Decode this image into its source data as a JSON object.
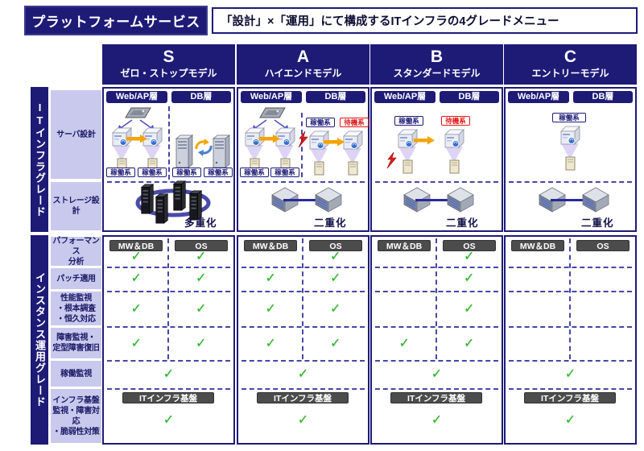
{
  "header": {
    "title": "プラットフォームサービス",
    "subtitle": "「設計」×「運用」にて構成するITインフラの4グレードメニュー"
  },
  "grades": [
    {
      "letter": "S",
      "model": "ゼロ・ストップモデル"
    },
    {
      "letter": "A",
      "model": "ハイエンドモデル"
    },
    {
      "letter": "B",
      "model": "スタンダードモデル"
    },
    {
      "letter": "C",
      "model": "エントリーモデル"
    }
  ],
  "infra_section": {
    "side_label": "ITインフラグレード",
    "rows": [
      {
        "label": "サーバ設計"
      },
      {
        "label": "ストレージ設計"
      }
    ],
    "tier_labels": {
      "web": "Web/AP層",
      "db": "DB層"
    },
    "system_labels": {
      "active": "稼働系",
      "standby": "待機系"
    },
    "storage_labels": {
      "s": "多重化",
      "a": "二重化",
      "b": "二重化",
      "c": "二重化"
    }
  },
  "operation_section": {
    "side_label": "インスタンス運用グレード",
    "subcolumns": [
      "MW＆DB",
      "OS"
    ],
    "infra_pill": "ITインフラ基盤",
    "rows": [
      {
        "label": "パフォーマンス\n分析",
        "s": [
          "✓",
          "✓"
        ],
        "a": [
          "",
          "✓"
        ],
        "b": [
          "",
          "✓"
        ],
        "c": [
          "",
          ""
        ]
      },
      {
        "label": "パッチ適用",
        "s": [
          "✓",
          "✓"
        ],
        "a": [
          "✓",
          "✓"
        ],
        "b": [
          "",
          "✓"
        ],
        "c": [
          "",
          ""
        ]
      },
      {
        "label": "性能監視\n・根本調査\n・恒久対応",
        "s": [
          "✓",
          "✓"
        ],
        "a": [
          "✓",
          "✓"
        ],
        "b": [
          "",
          "✓"
        ],
        "c": [
          "",
          ""
        ]
      },
      {
        "label": "障害監視・\n定型障害復旧",
        "s": [
          "✓",
          "✓"
        ],
        "a": [
          "✓",
          "✓"
        ],
        "b": [
          "✓",
          "✓"
        ],
        "c": [
          "",
          ""
        ]
      },
      {
        "label": "稼働監視",
        "s": "✓",
        "a": "✓",
        "b": "✓",
        "c": "✓"
      },
      {
        "label": "インフラ基盤\n監視・障害対応\n・脆弱性対策",
        "s": "✓",
        "a": "✓",
        "b": "✓",
        "c": "✓"
      }
    ]
  },
  "colors": {
    "navy": "#1e1b77",
    "lavender": "#c9c9ee",
    "check_green": "#2db32d",
    "pill_gray": "#4c4c4c",
    "arrow_orange": "#f5a300",
    "alert_red": "#e31b1b"
  }
}
